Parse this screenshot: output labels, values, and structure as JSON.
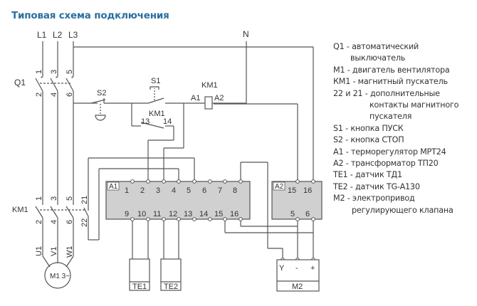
{
  "title": "Типовая схема подключения",
  "diagram": {
    "phases": [
      "L1",
      "L2",
      "L3"
    ],
    "neutral": "N",
    "q1": {
      "label": "Q1",
      "top_terminals": [
        "1",
        "3",
        "5"
      ],
      "bottom_terminals": [
        "2",
        "4",
        "6"
      ]
    },
    "km1_main": {
      "label": "KM1",
      "top_terminals": [
        "1",
        "3",
        "5"
      ],
      "bottom_terminals": [
        "2",
        "4",
        "6"
      ],
      "aux_top": "21",
      "aux_bottom": "22"
    },
    "motor": {
      "terminals": [
        "U1",
        "V1",
        "W1"
      ],
      "label": "M1 3~"
    },
    "s1": {
      "label": "S1"
    },
    "s2": {
      "label": "S2"
    },
    "km1_coil": {
      "label": "KM1",
      "a1": "A1",
      "a2": "A2"
    },
    "km1_aux": {
      "label": "KM1",
      "t13": "13",
      "t14": "14"
    },
    "a1_block": {
      "label": "A1",
      "top_terminals": [
        "1",
        "2",
        "3",
        "4",
        "5",
        "6",
        "7",
        "8"
      ],
      "bottom_terminals": [
        "9",
        "10",
        "11",
        "12",
        "13",
        "14",
        "15",
        "16"
      ]
    },
    "a2_block": {
      "label": "A2",
      "top_terminals": [
        "15",
        "16"
      ],
      "bottom_terminals": [
        "5",
        "6"
      ]
    },
    "te1": {
      "label": "TE1"
    },
    "te2": {
      "label": "TE2"
    },
    "m2": {
      "label": "M2",
      "terminals": [
        "Y",
        "-",
        "+"
      ]
    }
  },
  "legend": [
    {
      "text": "Q1 - автоматический",
      "indent": 0
    },
    {
      "text": "выключатель",
      "indent": 1
    },
    {
      "text": "M1 - двигатель вентилятора",
      "indent": 0
    },
    {
      "text": "КМ1 - магнитный пускатель",
      "indent": 0
    },
    {
      "text": "22 и 21 - дополнительные",
      "indent": 0
    },
    {
      "text": "контакты  магнитного",
      "indent": 2
    },
    {
      "text": "пускателя",
      "indent": 2
    },
    {
      "text": "S1 -  кнопка ПУСК",
      "indent": 0
    },
    {
      "text": "S2 - кнопка СТОП",
      "indent": 0
    },
    {
      "text": "A1 - терморегулятор MPT24",
      "indent": 0
    },
    {
      "text": "A2 - трансформатор ТП20",
      "indent": 0
    },
    {
      "text": "TE1 - датчик ТД1",
      "indent": 0
    },
    {
      "text": "TE2 - датчик TG-A130",
      "indent": 0
    },
    {
      "text": "M2 - электропривод",
      "indent": 0
    },
    {
      "text": "регулирующего клапана",
      "indent": 3
    }
  ]
}
